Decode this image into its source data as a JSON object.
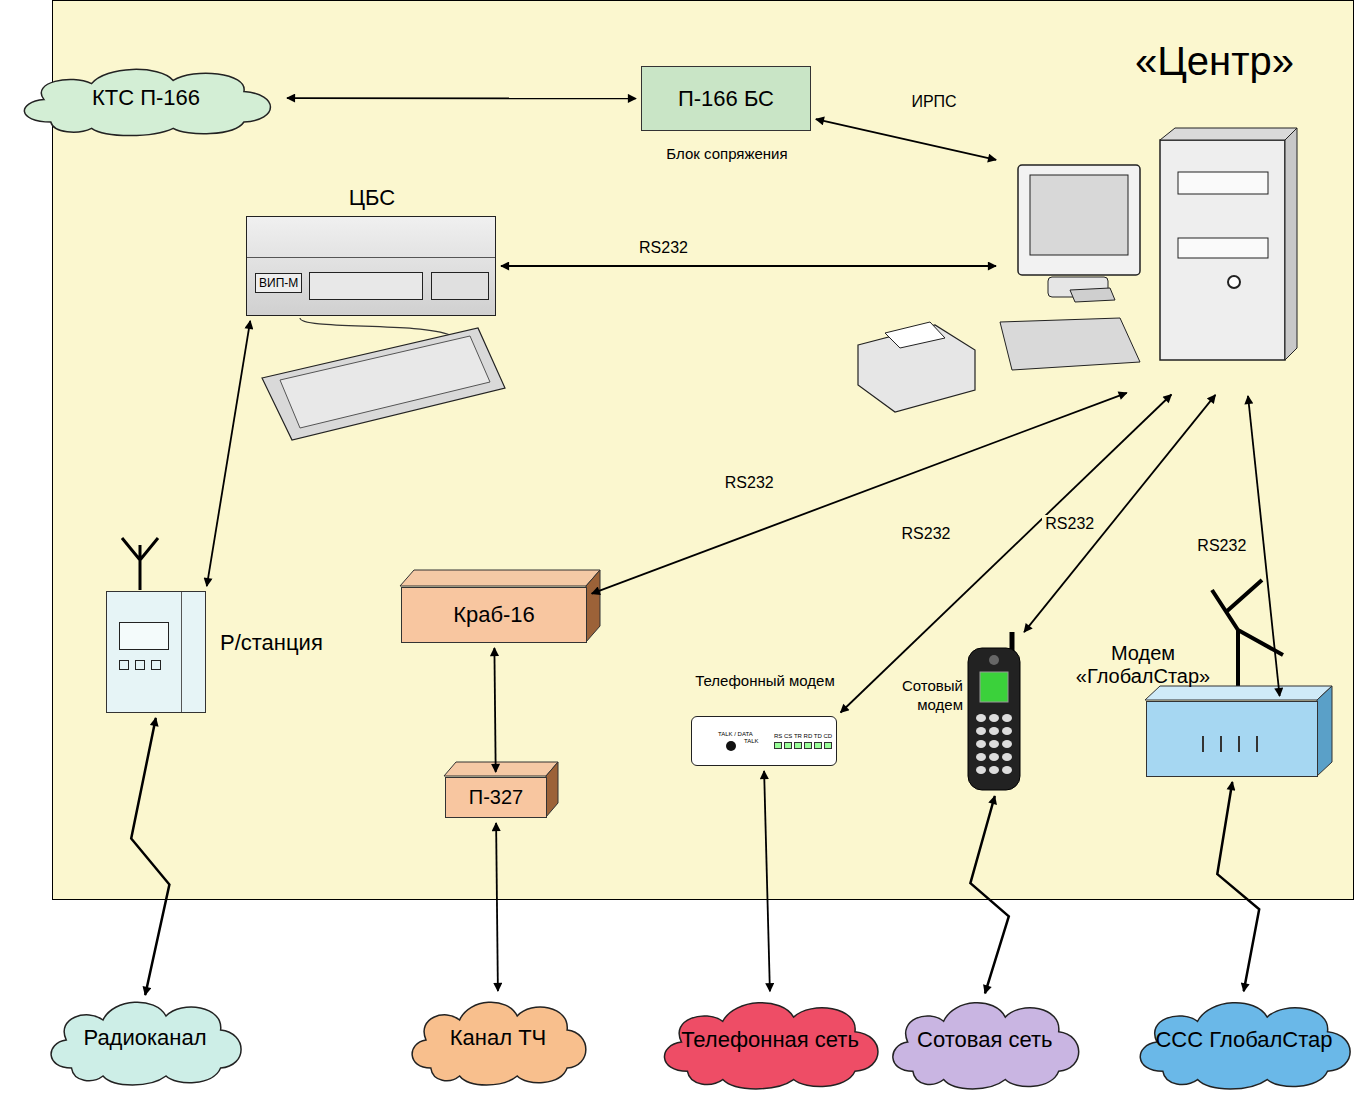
{
  "diagram": {
    "nodes": [
      {
        "text": [
          "«Центр»"
        ]
      },
      {
        "text": [
          "КТС П-166"
        ]
      },
      {
        "text": [
          "П-166 БС",
          "Блок сопряжения"
        ],
        "in": 0
      },
      {
        "text": [
          "ЦБС",
          "ВИП-М"
        ],
        "in": 0
      },
      {
        "text": [],
        "in": 0
      },
      {
        "text": [
          "Р/станция"
        ],
        "in": 0
      },
      {
        "text": [
          "Краб-16"
        ],
        "in": 0
      },
      {
        "text": [
          "П-327"
        ],
        "in": 0
      },
      {
        "text": [
          "Телефонный модем",
          "TALK / DATA",
          "TALK",
          "RS CS TR RD TD CD"
        ],
        "in": 0
      },
      {
        "text": [
          "Сотовый модем"
        ],
        "in": 0
      },
      {
        "text": [
          "Модем «ГлобалСтар»"
        ],
        "in": 0
      },
      {
        "text": [
          "Радиоканал"
        ]
      },
      {
        "text": [
          "Канал ТЧ"
        ]
      },
      {
        "text": [
          "Телефонная сеть"
        ]
      },
      {
        "text": [
          "Сотовая сеть"
        ]
      },
      {
        "text": [
          "ССС ГлобалСтар"
        ]
      }
    ],
    "edges": [
      {
        "from": 1,
        "to": 2,
        "arrow": "both"
      },
      {
        "from": 2,
        "to": 4,
        "label": "ИРПС",
        "arrow": "both"
      },
      {
        "from": 3,
        "to": 4,
        "label": "RS232",
        "arrow": "both"
      },
      {
        "from": 3,
        "to": 5,
        "arrow": "both"
      },
      {
        "from": 4,
        "to": 6,
        "label": "RS232",
        "arrow": "both"
      },
      {
        "from": 4,
        "to": 8,
        "label": "RS232",
        "arrow": "both"
      },
      {
        "from": 4,
        "to": 9,
        "label": "RS232",
        "arrow": "both"
      },
      {
        "from": 4,
        "to": 10,
        "label": "RS232",
        "arrow": "both"
      },
      {
        "from": 6,
        "to": 7,
        "arrow": "both"
      },
      {
        "from": 5,
        "to": 11,
        "arrow": "both"
      },
      {
        "from": 7,
        "to": 12,
        "arrow": "both"
      },
      {
        "from": 8,
        "to": 13,
        "arrow": "both"
      },
      {
        "from": 9,
        "to": 14,
        "arrow": "both"
      },
      {
        "from": 10,
        "to": 15,
        "arrow": "both"
      }
    ]
  }
}
